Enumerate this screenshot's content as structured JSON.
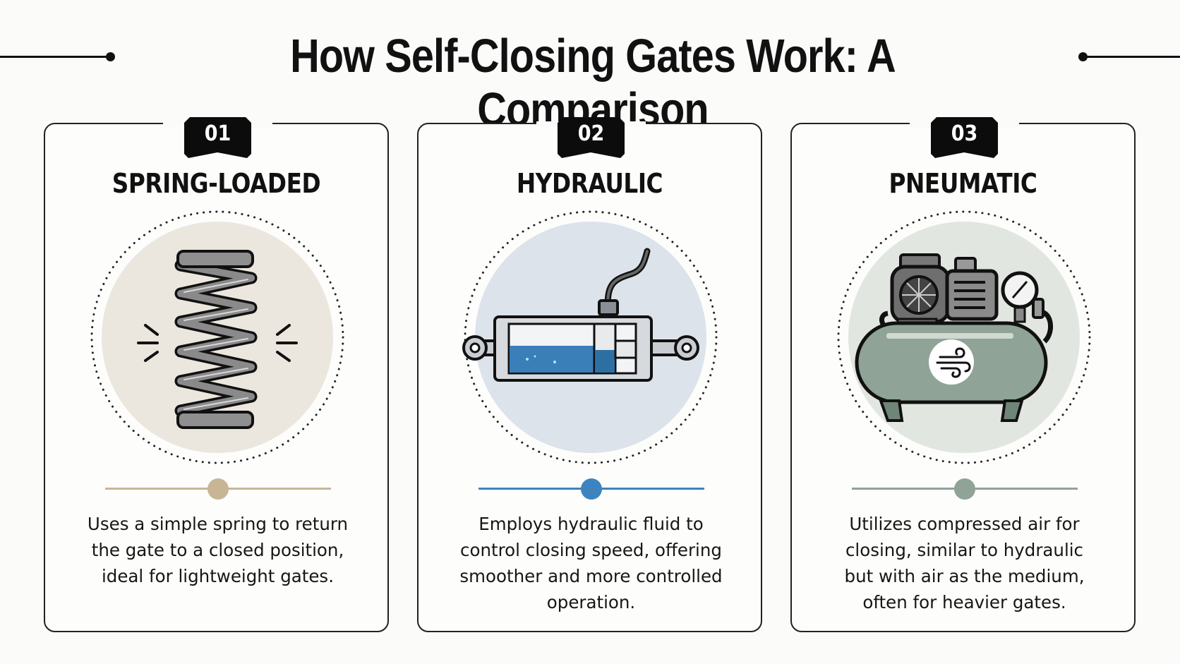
{
  "title": "How Self-Closing Gates Work: A Comparison",
  "cards": [
    {
      "number": "01",
      "heading": "SPRING-LOADED",
      "icon": "spring-icon",
      "accent": "#c8b596",
      "circle_fill": "#ece7de",
      "description_lines": [
        "Uses a simple spring to return",
        "the gate to a closed position,",
        "ideal for lightweight gates."
      ]
    },
    {
      "number": "02",
      "heading": "HYDRAULIC",
      "icon": "hydraulic-cylinder-icon",
      "accent": "#3d84bf",
      "circle_fill": "#dde3ea",
      "description_lines": [
        "Employs hydraulic fluid to",
        "control closing speed, offering",
        "smoother and more controlled",
        "operation."
      ]
    },
    {
      "number": "03",
      "heading": "PNEUMATIC",
      "icon": "air-compressor-icon",
      "accent": "#8fa397",
      "circle_fill": "#e2e6e1",
      "description_lines": [
        "Utilizes compressed air for",
        "closing, similar to hydraulic",
        "but with air as the medium,",
        "often for heavier gates."
      ]
    }
  ]
}
